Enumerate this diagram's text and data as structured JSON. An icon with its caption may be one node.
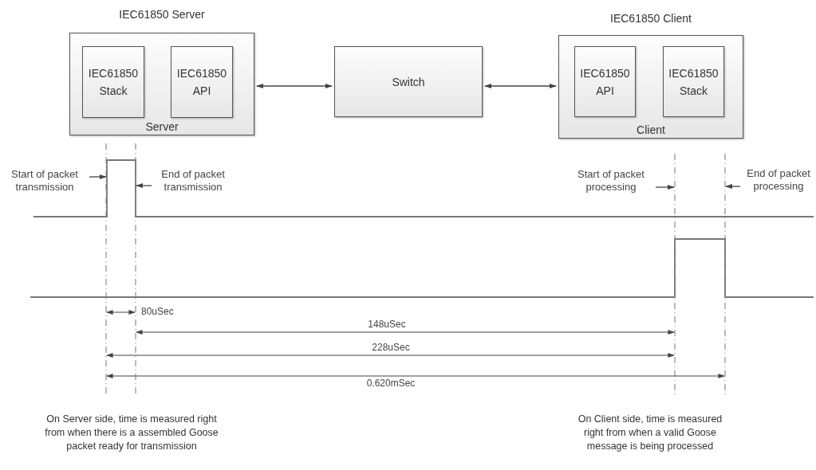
{
  "diagram": {
    "nodes": [
      {
        "text": [
          "IEC61850 Server",
          "Server"
        ]
      },
      {
        "text": [
          "IEC61850 Stack"
        ],
        "in": 0
      },
      {
        "text": [
          "IEC61850 API"
        ],
        "in": 0
      },
      {
        "text": [
          "Switch"
        ]
      },
      {
        "text": [
          "IEC61850 Client",
          "Client"
        ]
      },
      {
        "text": [
          "IEC61850 API"
        ],
        "in": 4
      },
      {
        "text": [
          "IEC61850 Stack"
        ],
        "in": 4
      },
      {
        "text": [
          "Start of packet transmission"
        ]
      },
      {
        "text": [
          "End of packet transmission"
        ]
      },
      {
        "text": [
          "Start of packet processing"
        ]
      },
      {
        "text": [
          "End of packet processing"
        ]
      }
    ],
    "edges": [
      {
        "from": 0,
        "to": 3,
        "arrow": "both"
      },
      {
        "from": 3,
        "to": 4,
        "arrow": "both"
      },
      {
        "from": 7,
        "to": null,
        "arrow": "to"
      },
      {
        "from": 8,
        "to": null,
        "arrow": "to"
      },
      {
        "from": 9,
        "to": null,
        "arrow": "to"
      },
      {
        "from": 10,
        "to": null,
        "arrow": "to"
      }
    ],
    "labels": [
      "80uSec",
      "148uSec",
      "228uSec",
      "0.620mSec",
      "On Server side, time is measured right from when there is a assembled Goose packet ready for transmission",
      "On Client side, time is measured right from when a valid Goose message is being processed"
    ]
  }
}
